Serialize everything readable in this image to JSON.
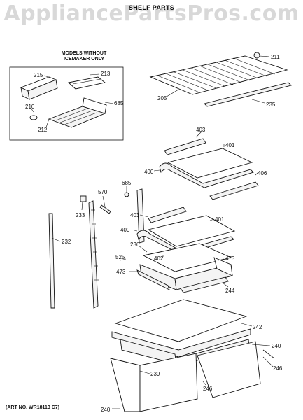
{
  "watermark": "AppliancePartsPros.com",
  "title": "SHELF PARTS",
  "inset": {
    "heading_line1": "MODELS WITHOUT",
    "heading_line2": "ICEMAKER ONLY"
  },
  "art_number": "(ART NO. WR18113 C7)",
  "callouts": {
    "c211": "211",
    "c205": "205",
    "c235": "235",
    "c215": "215",
    "c213": "213",
    "c210": "210",
    "c685a": "685",
    "c212": "212",
    "c403a": "403",
    "c401a": "401",
    "c400a": "400",
    "c406": "406",
    "c685b": "685",
    "c570": "570",
    "c233": "233",
    "c232": "232",
    "c403b": "403",
    "c401b": "401",
    "c400b": "400",
    "c236": "236",
    "c525": "525",
    "c473a": "473",
    "c402": "402",
    "c473b": "473",
    "c244": "244",
    "c242": "242",
    "c240a": "240",
    "c246a": "246",
    "c239": "239",
    "c246b": "246",
    "c240b": "240"
  }
}
